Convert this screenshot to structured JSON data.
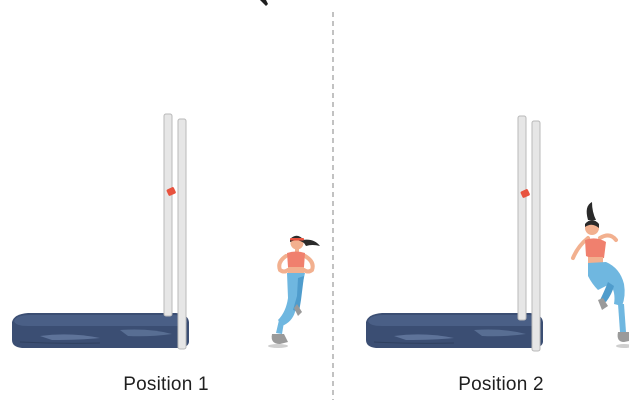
{
  "panels": [
    {
      "caption": "Position 1"
    },
    {
      "caption": "Position 2"
    }
  ],
  "colors": {
    "mat_top": "#4a5f86",
    "mat_side": "#3b4e73",
    "mat_highlight": "#6d83a9",
    "pole": "#e6e6e6",
    "pole_edge": "#b9b9b9",
    "bar_clip": "#e8533f",
    "skin": "#f2b08f",
    "top": "#f0806e",
    "leggings": "#6fb7e0",
    "leggings_shade": "#4f9ccc",
    "hair": "#2a2a2a",
    "shoe": "#9a9a9a",
    "divider": "#9a9a9a"
  },
  "icons": [
    "high-jump-mat",
    "upright-poles",
    "athlete-figure"
  ]
}
